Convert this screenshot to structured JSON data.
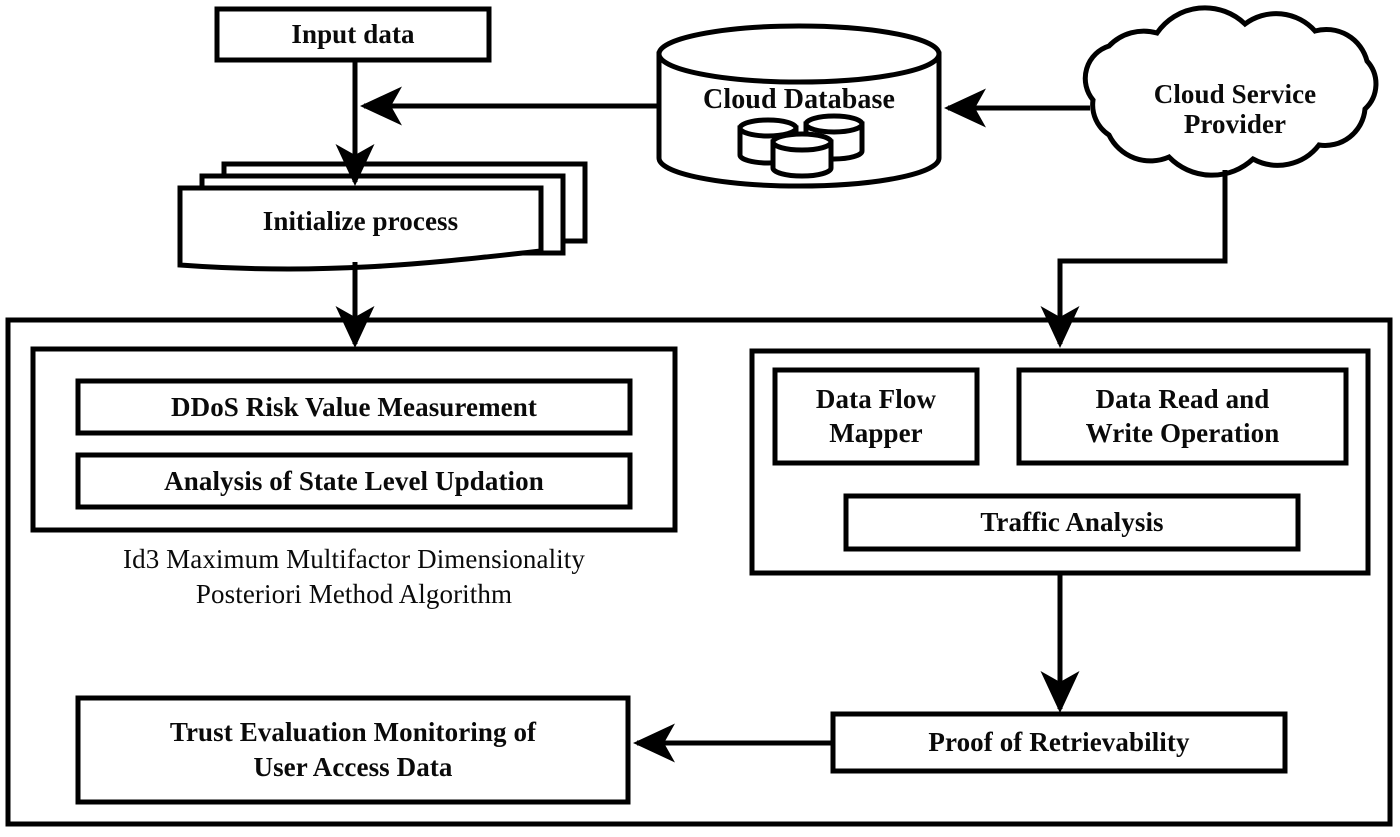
{
  "diagram": {
    "title": "Cloud DDoS Trust Evaluation Architecture",
    "colors": {
      "stroke": "#000000",
      "fill": "#ffffff",
      "text": "#0a0a0a"
    },
    "nodes": {
      "input_data": {
        "label": "Input data",
        "shape": "rectangle"
      },
      "cloud_database": {
        "label": "Cloud Database",
        "shape": "cylinder"
      },
      "cloud_service_provider": {
        "label": "Cloud Service\nProvider",
        "shape": "cloud"
      },
      "initialize_process": {
        "label": "Initialize process",
        "shape": "multi-document"
      },
      "ddos_risk": {
        "label": "DDoS Risk Value Measurement",
        "shape": "rectangle"
      },
      "state_level": {
        "label": "Analysis of State Level Updation",
        "shape": "rectangle"
      },
      "algorithm_caption": {
        "label": "Id3 Maximum Multifactor Dimensionality\nPosteriori Method Algorithm",
        "shape": "text"
      },
      "data_flow_mapper": {
        "label": "Data Flow\nMapper",
        "shape": "rectangle"
      },
      "data_read_write": {
        "label": "Data Read and\nWrite Operation",
        "shape": "rectangle"
      },
      "traffic_analysis": {
        "label": "Traffic Analysis",
        "shape": "rectangle"
      },
      "proof_retrievability": {
        "label": "Proof of Retrievability",
        "shape": "rectangle"
      },
      "trust_evaluation": {
        "label": "Trust Evaluation Monitoring of\nUser Access Data",
        "shape": "rectangle"
      }
    },
    "groups": {
      "outer_system": {
        "label": "",
        "shape": "rectangle"
      },
      "left_module": {
        "label": "",
        "shape": "rectangle"
      },
      "right_module": {
        "label": "",
        "shape": "rectangle"
      }
    },
    "edges": [
      {
        "id": "edge-input-to-initialize",
        "from": "input_data",
        "to": "initialize_process",
        "direction": "down"
      },
      {
        "id": "edge-clouddb-to-inputline",
        "from": "cloud_database",
        "to": "input_data",
        "direction": "left"
      },
      {
        "id": "edge-csp-to-clouddb",
        "from": "cloud_service_provider",
        "to": "cloud_database",
        "direction": "left"
      },
      {
        "id": "edge-csp-to-right-module",
        "from": "cloud_service_provider",
        "to": "right_module",
        "direction": "down"
      },
      {
        "id": "edge-initialize-to-left-module",
        "from": "initialize_process",
        "to": "left_module",
        "direction": "down"
      },
      {
        "id": "edge-right-module-to-proof",
        "from": "right_module",
        "to": "proof_retrievability",
        "direction": "down"
      },
      {
        "id": "edge-proof-to-trust",
        "from": "proof_retrievability",
        "to": "trust_evaluation",
        "direction": "left"
      }
    ]
  }
}
